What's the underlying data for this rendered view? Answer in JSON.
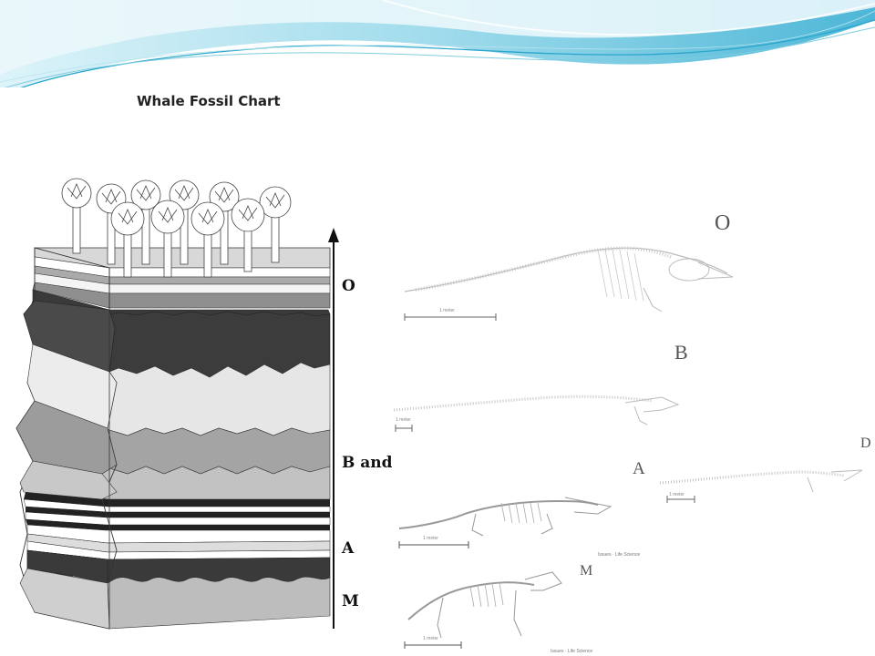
{
  "title": "Whale Fossil Chart",
  "strata_labels": {
    "o": "O",
    "b_and": "B and",
    "a": "A",
    "m": "M"
  },
  "fossils": {
    "o": {
      "letter": "O",
      "scale": "1 meter"
    },
    "b": {
      "letter": "B",
      "scale": "1 meter"
    },
    "d": {
      "letter": "D",
      "scale": "1 meter"
    },
    "a": {
      "letter": "A",
      "scale": "1 meter",
      "caption": "Issues · Life Science"
    },
    "m": {
      "letter": "M",
      "scale": "1 meter",
      "caption": "Issues · Life Science"
    }
  },
  "colors": {
    "wave_teal": "#3fb8d4",
    "wave_light": "#bfe8f2",
    "rock_dark": "#3a3a3a",
    "rock_mid": "#9a9a9a",
    "rock_light": "#e6e6e6"
  }
}
